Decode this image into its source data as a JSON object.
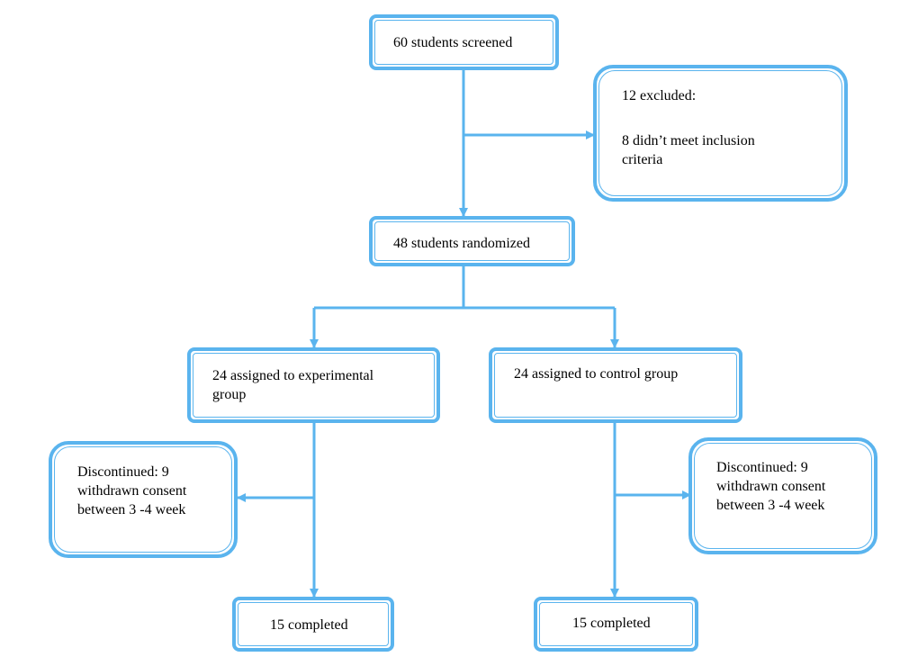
{
  "boxes": {
    "screened": "60 students screened",
    "excluded_title": "12 excluded:",
    "excluded_reason": "8 didn’t meet inclusion\ncriteria",
    "randomized": "48 students randomized",
    "experimental": "24 assigned to  experimental\ngroup",
    "control": "24 assigned to control group",
    "discontinued_experimental": "Discontinued:  9\nwithdrawn consent\nbetween 3 -4 week",
    "discontinued_control": "Discontinued: 9\nwithdrawn consent\nbetween 3 -4 week",
    "completed_experimental": "15 completed",
    "completed_control": "15 completed"
  },
  "colors": {
    "line": "#5ab4ee",
    "text": "#000000"
  }
}
